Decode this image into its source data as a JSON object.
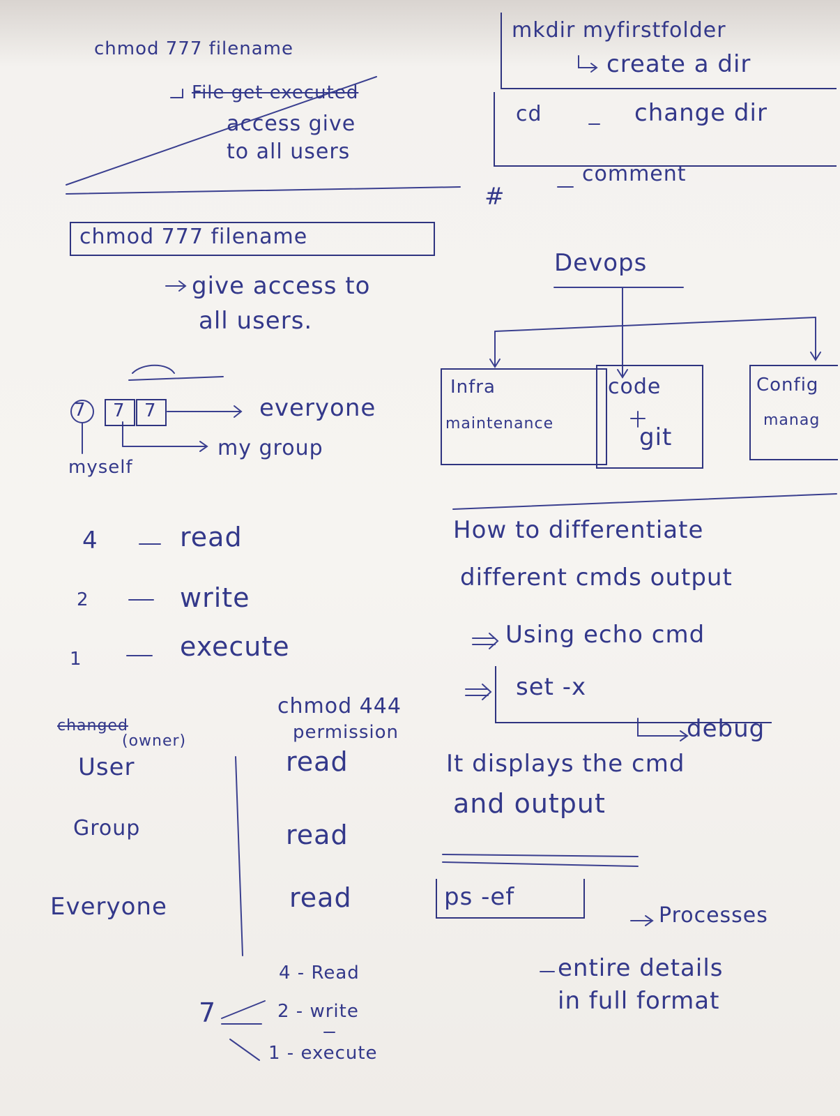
{
  "left": {
    "chmod_note": {
      "cmd": "chmod 777 filename",
      "struck": "File get executed",
      "line1": "access give",
      "line2": "to all users"
    },
    "boxed_cmd": "chmod 777 filename",
    "give_access": {
      "line1": "give access to",
      "line2": "all users."
    },
    "perm_digits": [
      "7",
      "7",
      "7"
    ],
    "everyone_label": "everyone",
    "group_label": "my group",
    "myself_label": "myself",
    "values": [
      {
        "num": "4",
        "perm": "read"
      },
      {
        "num": "2",
        "perm": "write"
      },
      {
        "num": "1",
        "perm": "execute"
      }
    ],
    "chmod444": {
      "cmd": "chmod 444",
      "label": "permission"
    },
    "struck_word": "changed",
    "owner_note": "(owner)",
    "roles": [
      {
        "role": "User",
        "perm": "read"
      },
      {
        "role": "Group",
        "perm": "read"
      },
      {
        "role": "Everyone",
        "perm": "read"
      }
    ],
    "seven": {
      "num": "7",
      "items": [
        "4 - Read",
        "2 - write",
        "1 - execute"
      ]
    }
  },
  "right": {
    "mkdir": {
      "cmd": "mkdir myfirstfolder",
      "desc": "create a dir"
    },
    "cd": {
      "cmd": "cd",
      "desc": "change dir"
    },
    "comment": {
      "symbol": "#",
      "desc": "comment"
    },
    "devops": {
      "title": "Devops",
      "branches": [
        {
          "line1": "Infra",
          "line2": "maintenance"
        },
        {
          "line1": "code",
          "line2": "git"
        },
        {
          "line1": "Config",
          "line2": "manag"
        }
      ]
    },
    "diff": {
      "q1": "How to differentiate",
      "q2": "different cmds output",
      "a1": "Using echo cmd",
      "a2": "set -x",
      "a2_note": "debug",
      "a3a": "It displays the cmd",
      "a3b": "and output"
    },
    "ps": {
      "cmd": "ps -ef",
      "desc": "Processes",
      "detail1": "entire details",
      "detail2": "in full format"
    }
  }
}
